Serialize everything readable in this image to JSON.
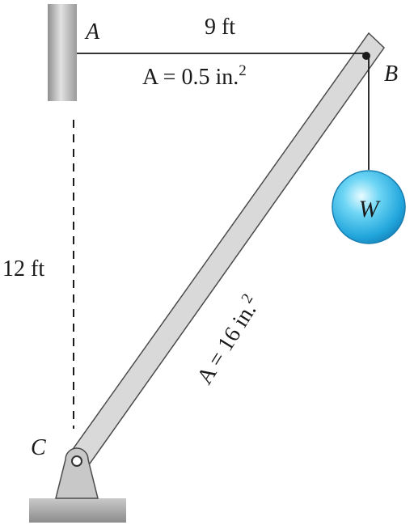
{
  "points": {
    "a": "A",
    "b": "B",
    "c": "C"
  },
  "cable": {
    "length": "9 ft",
    "area_prefix": "A = 0.5 in.",
    "area_exp": "2"
  },
  "strut": {
    "area_prefix": "A = 16 in.",
    "area_exp": "2"
  },
  "height": {
    "label": "12 ft"
  },
  "load": {
    "label": "W"
  },
  "colors": {
    "wall": "#bdbdbd",
    "strut_fill": "#d8d8d8",
    "strut_stroke": "#555555",
    "ball_core": "#5fd0f2",
    "ball_edge": "#1c8fc4",
    "ground": "#a9a9a9",
    "ink": "#1a1a1a"
  }
}
